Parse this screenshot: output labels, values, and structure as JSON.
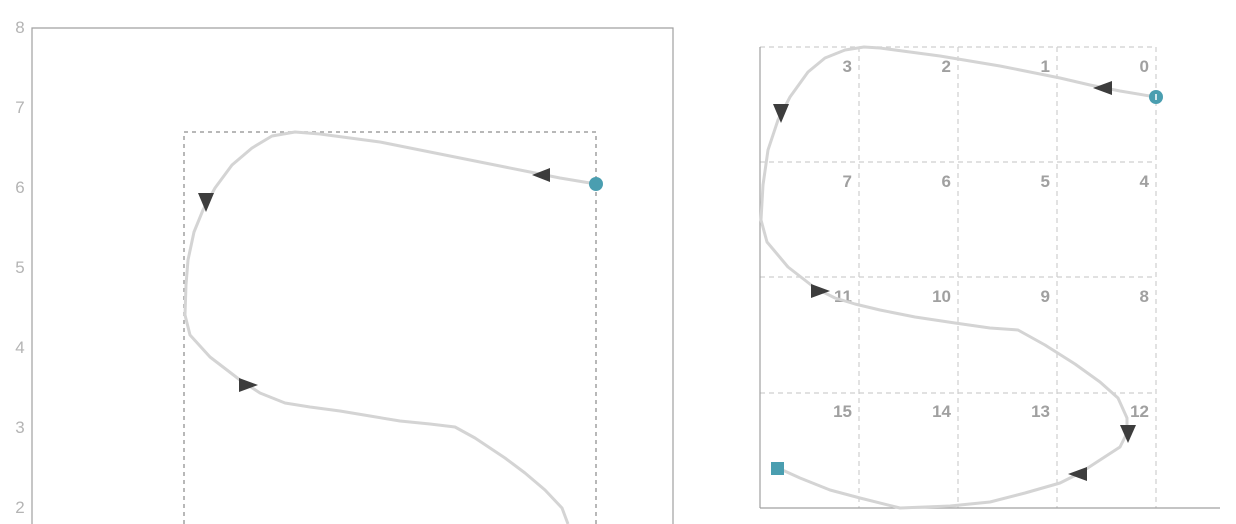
{
  "left_panel": {
    "y_ticks": [
      "8",
      "7",
      "6",
      "5",
      "4",
      "3",
      "2"
    ]
  },
  "right_panel": {
    "grid_rows": 4,
    "grid_cols": 4,
    "cell_numbers": [
      [
        "3",
        "2",
        "1",
        "0"
      ],
      [
        "7",
        "6",
        "5",
        "4"
      ],
      [
        "11",
        "10",
        "9",
        "8"
      ],
      [
        "15",
        "14",
        "13",
        "12"
      ]
    ]
  },
  "colors": {
    "path": "#d4d4d4",
    "marker": "#4a9eb0",
    "arrow": "#3d3d3d",
    "frame": "#a0a0a0",
    "dashed": "#a0a0a0",
    "grid": "#cfcfcf",
    "tick_text": "#b4b4b4",
    "cell_text": "#a0a0a0"
  }
}
